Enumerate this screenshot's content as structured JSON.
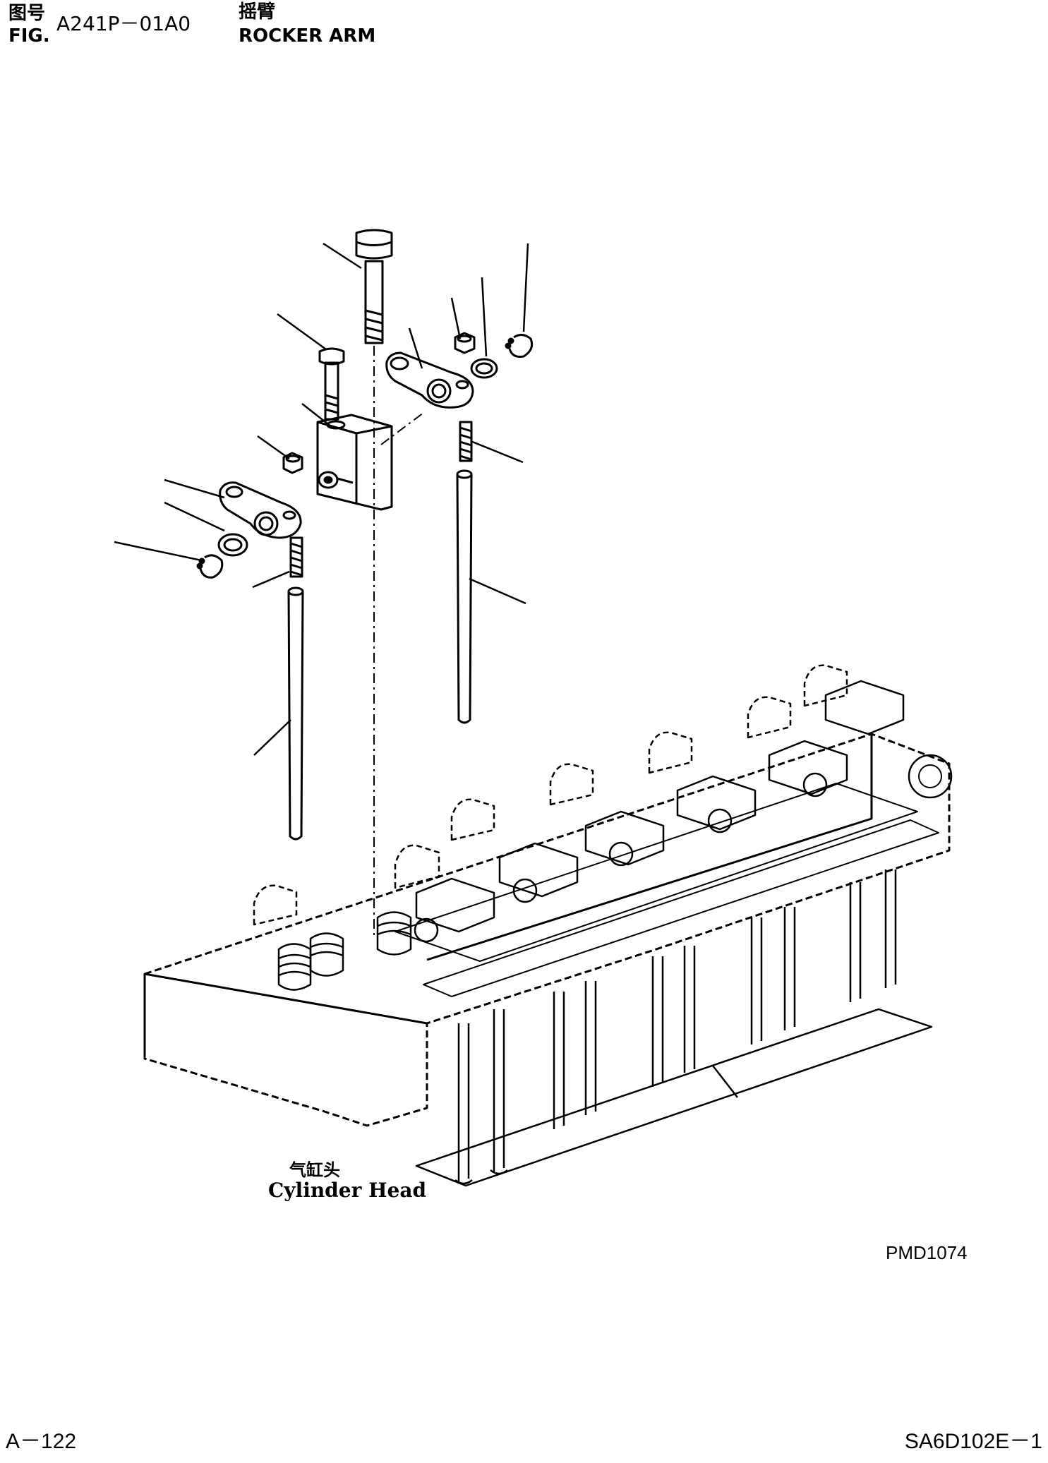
{
  "header": {
    "fig_label_cn": "图号",
    "fig_label_en": "FIG.",
    "fig_number": "A241P－01A0",
    "title_cn": "摇臂",
    "title_en": "ROCKER ARM"
  },
  "drawing": {
    "caption_cn": "气缸头",
    "caption_en": "Cylinder Head",
    "drawing_ref": "PMD1074"
  },
  "footer": {
    "page": "A－122",
    "model": "SA6D102E－1"
  }
}
